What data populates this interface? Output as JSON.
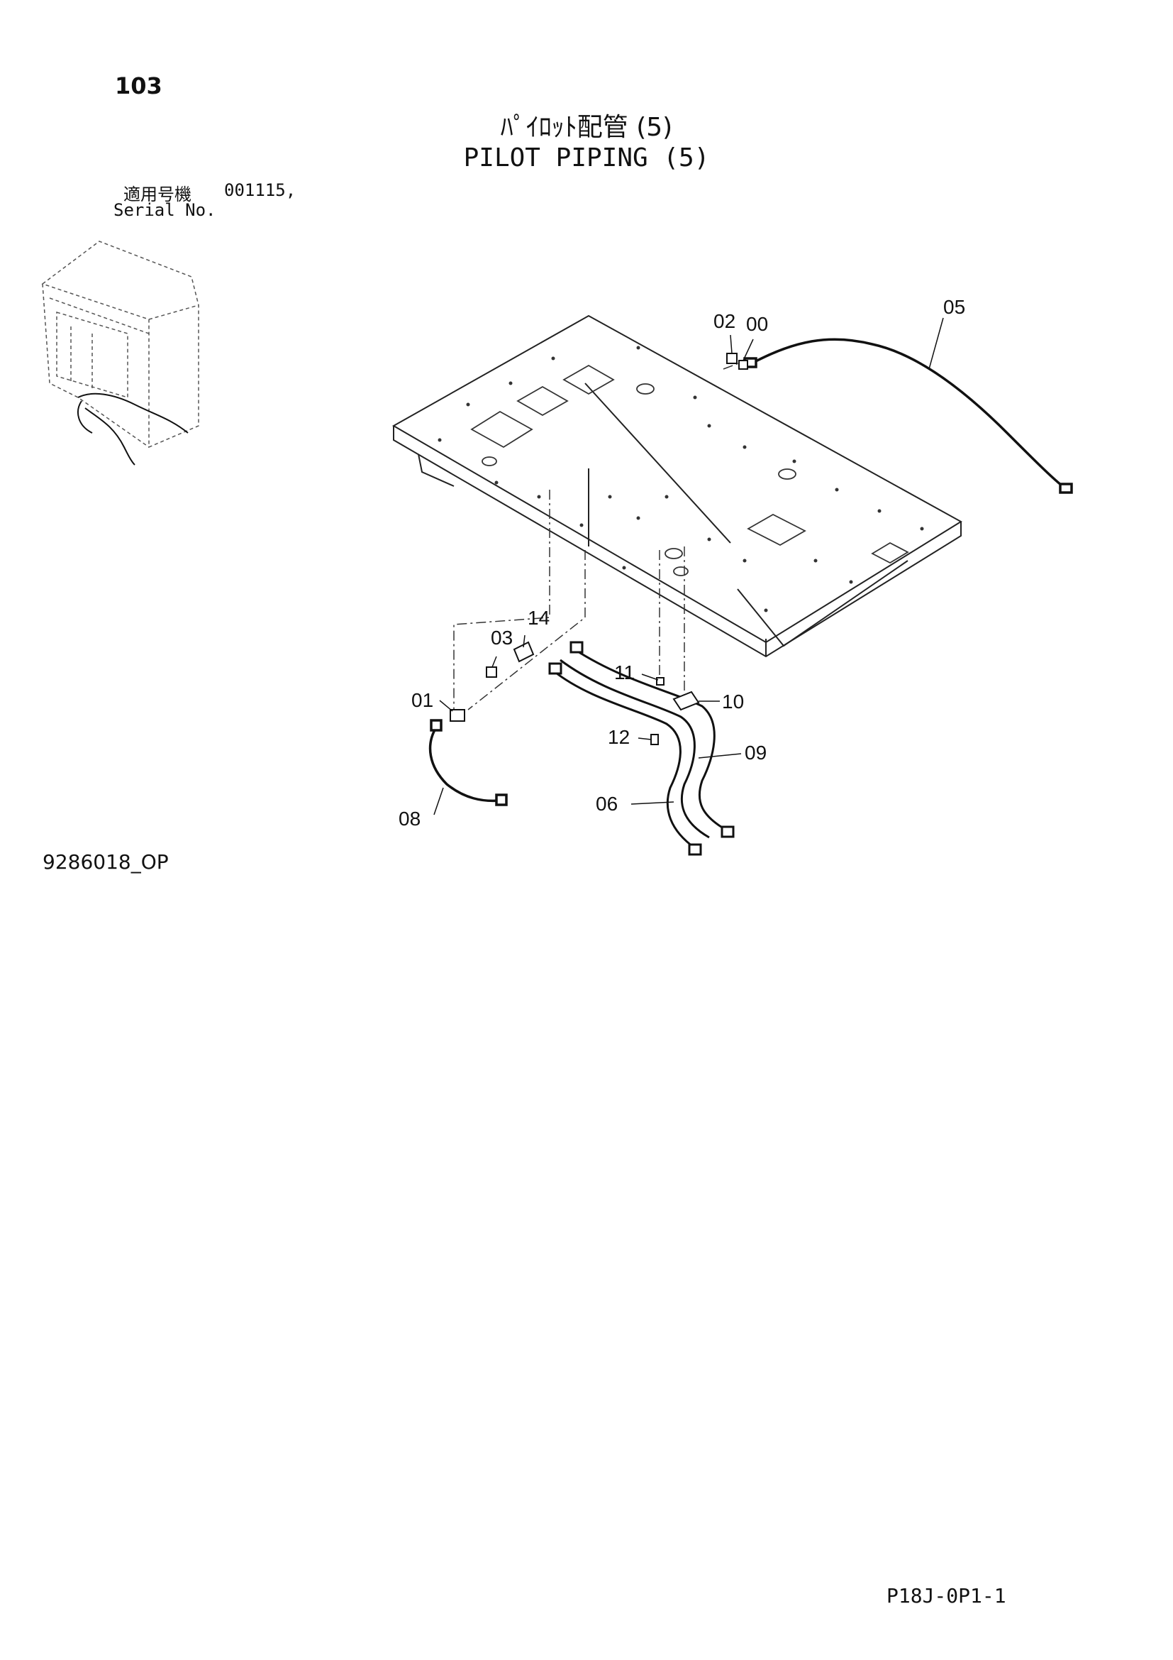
{
  "header": {
    "page_number": "103",
    "title_jp": "ﾊﾟｲﾛｯﾄ配管 (5)",
    "title_en": "PILOT PIPING (5)",
    "serial_label_jp": "適用号機",
    "serial_value": "001115,",
    "serial_label_en": "Serial No."
  },
  "diagram": {
    "callouts": [
      "02",
      "00",
      "05",
      "14",
      "03",
      "11",
      "01",
      "10",
      "12",
      "09",
      "06",
      "08"
    ]
  },
  "footer": {
    "drawing_number": "9286018_OP",
    "page_code": "P18J-0P1-1"
  }
}
